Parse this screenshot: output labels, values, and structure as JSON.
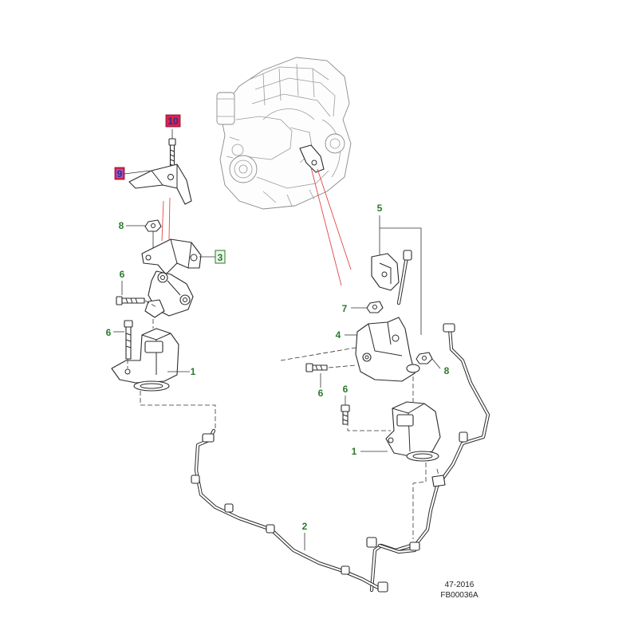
{
  "callouts": {
    "c10": "10",
    "c9": "9",
    "c8a": "8",
    "c3": "3",
    "c6a": "6",
    "c6b": "6",
    "c1a": "1",
    "c5": "5",
    "c7": "7",
    "c4": "4",
    "c8b": "8",
    "c6c": "6",
    "c6d": "6",
    "c1b": "1",
    "c2": "2"
  },
  "footer": {
    "date": "47-2016",
    "code": "FB00036A"
  },
  "colors": {
    "label_green": "#2a7a2a",
    "label_navy": "#2b2f8a",
    "highlight_red": "#e0204a",
    "highlight_purple": "#9a5ad0",
    "leader_red": "#e04848"
  }
}
